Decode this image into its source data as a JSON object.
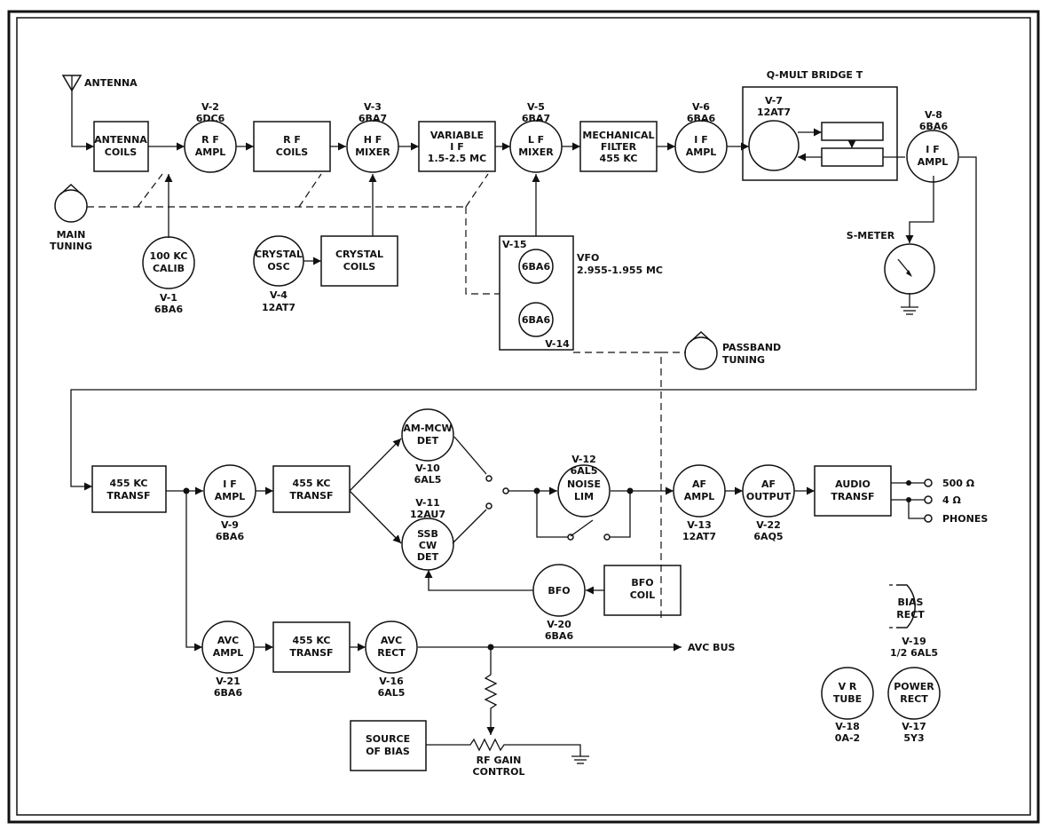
{
  "labels": {
    "antenna": "ANTENNA",
    "main_tuning": [
      "MAIN",
      "TUNING"
    ],
    "s_meter": "S-METER",
    "passband_tuning": [
      "PASSBAND",
      "TUNING"
    ],
    "q_mult_bridge": "Q-MULT BRIDGE T",
    "vfo": [
      "VFO",
      "2.955-1.955 MC"
    ],
    "avc_bus": "AVC BUS",
    "rf_gain_control": [
      "RF GAIN",
      "CONTROL"
    ],
    "out_500": "500 Ω",
    "out_4": "4 Ω",
    "out_phones": "PHONES"
  },
  "blocks": {
    "antenna_coils": [
      "ANTENNA",
      "COILS"
    ],
    "rf_coils": [
      "R F",
      "COILS"
    ],
    "variable_if": [
      "VARIABLE",
      "I F",
      "1.5-2.5 MC"
    ],
    "mechanical_filter": [
      "MECHANICAL",
      "FILTER",
      "455 KC"
    ],
    "crystal_coils": [
      "CRYSTAL",
      "COILS"
    ],
    "transf_1": [
      "455 KC",
      "TRANSF"
    ],
    "transf_2": [
      "455 KC",
      "TRANSF"
    ],
    "transf_3": [
      "455 KC",
      "TRANSF"
    ],
    "audio_transf": [
      "AUDIO",
      "TRANSF"
    ],
    "bfo_coil": [
      "BFO",
      "COIL"
    ],
    "source_of_bias": [
      "SOURCE",
      "OF BIAS"
    ]
  },
  "tubes": {
    "v2": {
      "id": "V-2",
      "type": "6DC6",
      "label": [
        "R F",
        "AMPL"
      ]
    },
    "v3": {
      "id": "V-3",
      "type": "6BA7",
      "label": [
        "H F",
        "MIXER"
      ]
    },
    "v5": {
      "id": "V-5",
      "type": "6BA7",
      "label": [
        "L F",
        "MIXER"
      ]
    },
    "v6": {
      "id": "V-6",
      "type": "6BA6",
      "label": [
        "I F",
        "AMPL"
      ]
    },
    "v7": {
      "id": "V-7",
      "type": "12AT7",
      "label": []
    },
    "v8": {
      "id": "V-8",
      "type": "6BA6",
      "label": [
        "I F",
        "AMPL"
      ]
    },
    "v1": {
      "id": "V-1",
      "type": "6BA6",
      "label": [
        "100 KC",
        "CALIB"
      ]
    },
    "v4": {
      "id": "V-4",
      "type": "12AT7",
      "label": [
        "CRYSTAL",
        "OSC"
      ]
    },
    "v15": {
      "id": "V-15",
      "type": "",
      "label": [
        "6BA6"
      ]
    },
    "v14": {
      "id": "V-14",
      "type": "",
      "label": [
        "6BA6"
      ]
    },
    "v9": {
      "id": "V-9",
      "type": "6BA6",
      "label": [
        "I F",
        "AMPL"
      ]
    },
    "v10": {
      "id": "V-10",
      "type": "6AL5",
      "label": [
        "AM-MCW",
        "DET"
      ]
    },
    "v11": {
      "id": "V-11",
      "type": "12AU7",
      "label": [
        "SSB",
        "CW",
        "DET"
      ]
    },
    "v12": {
      "id": "V-12",
      "type": "6AL5",
      "label": [
        "NOISE",
        "LIM"
      ]
    },
    "v13": {
      "id": "V-13",
      "type": "12AT7",
      "label": [
        "AF",
        "AMPL"
      ]
    },
    "v22": {
      "id": "V-22",
      "type": "6AQ5",
      "label": [
        "AF",
        "OUTPUT"
      ]
    },
    "v20": {
      "id": "V-20",
      "type": "6BA6",
      "label": [
        "BFO"
      ]
    },
    "v21": {
      "id": "V-21",
      "type": "6BA6",
      "label": [
        "AVC",
        "AMPL"
      ]
    },
    "v16": {
      "id": "V-16",
      "type": "6AL5",
      "label": [
        "AVC",
        "RECT"
      ]
    },
    "v19": {
      "id": "V-19",
      "type": "1/2 6AL5",
      "label": [
        "BIAS",
        "RECT"
      ]
    },
    "v18": {
      "id": "V-18",
      "type": "0A-2",
      "label": [
        "V R",
        "TUBE"
      ]
    },
    "v17": {
      "id": "V-17",
      "type": "5Y3",
      "label": [
        "POWER",
        "RECT"
      ]
    }
  }
}
